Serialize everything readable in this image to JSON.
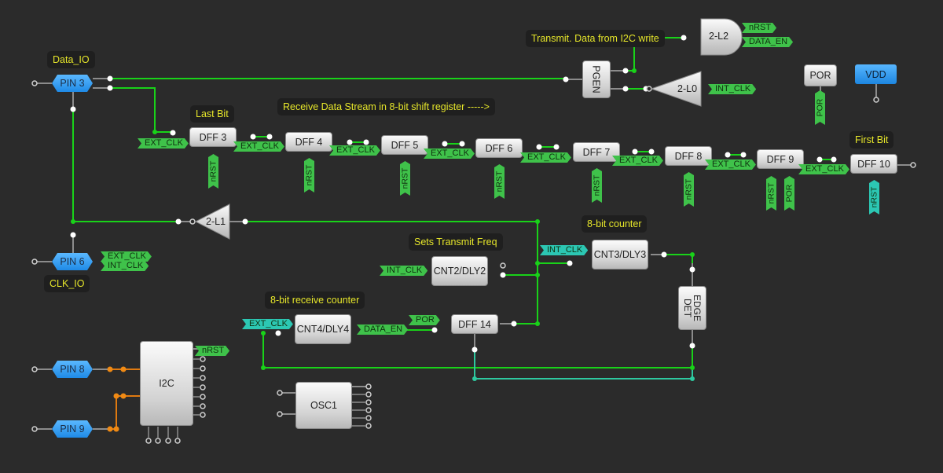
{
  "notes": {
    "data_io": "Data_IO",
    "clk_io": "CLK_IO",
    "last_bit": "Last Bit",
    "first_bit": "First Bit",
    "receive_stream": "Receive Data Stream in 8-bit shift register ----->",
    "transmit": "Transmit. Data from I2C write",
    "transmit_freq": "Sets Transmit Freq",
    "counter8": "8-bit counter",
    "receive_counter": "8-bit receive counter"
  },
  "pins": {
    "pin3": "PIN 3",
    "pin6": "PIN 6",
    "pin8": "PIN 8",
    "pin9": "PIN 9",
    "vdd": "VDD"
  },
  "blocks": {
    "dff3": "DFF 3",
    "dff4": "DFF 4",
    "dff5": "DFF 5",
    "dff6": "DFF 6",
    "dff7": "DFF 7",
    "dff8": "DFF 8",
    "dff9": "DFF 9",
    "dff10": "DFF 10",
    "dff14": "DFF 14",
    "pgen": "PGEN",
    "por": "POR",
    "cnt2": "CNT2/DLY2",
    "cnt3": "CNT3/DLY3",
    "cnt4": "CNT4/DLY4",
    "edge_det": "EDGE DET",
    "i2c": "I2C",
    "osc1": "OSC1"
  },
  "gates": {
    "l2": "2-L2",
    "l0": "2-L0",
    "l1": "2-L1"
  },
  "tags": {
    "ext_clk": "EXT_CLK",
    "int_clk": "INT_CLK",
    "nrst": "nRST",
    "por": "POR",
    "data_en": "DATA_EN"
  },
  "colors": {
    "background": "#2b2b2b",
    "wire_active": "#19d219",
    "wire_idle": "#8c8c8c",
    "wire_teal": "#2ec9a0",
    "wire_i2c": "#e07a10",
    "note_text": "#e6e62a",
    "pin_blue": "#1f8ae6",
    "tag_green": "#3fc24a",
    "tag_teal": "#2cc7b3"
  }
}
